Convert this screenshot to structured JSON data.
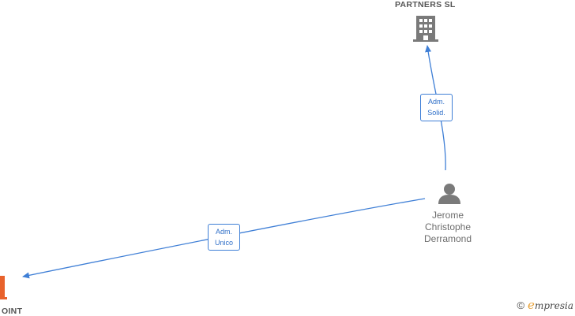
{
  "nodes": {
    "top_company": {
      "label": "PARTNERS  SL",
      "icon": "building-icon"
    },
    "person": {
      "label_lines": [
        "Jerome",
        "Christophe",
        "Derramond"
      ],
      "icon": "person-icon"
    },
    "bottom_company": {
      "label": "OINT",
      "icon": "building-icon",
      "accent": "#e8622c"
    }
  },
  "edges": {
    "to_top": {
      "lines": [
        "Adm.",
        "Solid."
      ]
    },
    "to_bottom": {
      "lines": [
        "Adm.",
        "Unico"
      ]
    }
  },
  "colors": {
    "edge": "#3f7fd6",
    "icon": "#7a7a7a"
  },
  "footer": {
    "copyright_symbol": "©",
    "brand_initial": "e",
    "brand_rest": "mpresia"
  }
}
